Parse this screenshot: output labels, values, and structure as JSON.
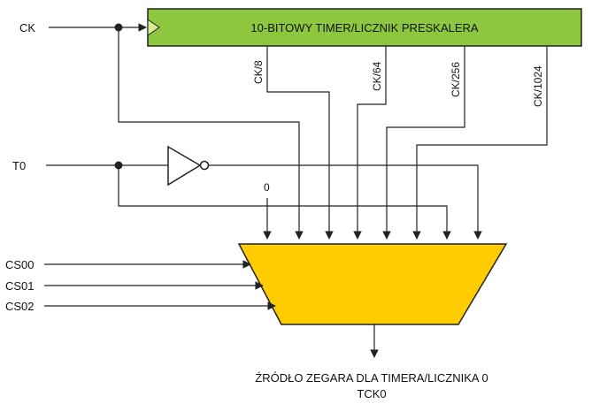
{
  "inputs": {
    "ck": "CK",
    "t0": "T0",
    "cs00": "CS00",
    "cs01": "CS01",
    "cs02": "CS02"
  },
  "prescaler": {
    "title": "10-BITOWY TIMER/LICZNIK PRESKALERA",
    "fill_color": "#8dc63f",
    "taps": [
      "CK/8",
      "CK/64",
      "CK/256",
      "CK/1024"
    ]
  },
  "mux": {
    "fill_color": "#ffcc00",
    "zero_label": "0"
  },
  "output": {
    "line1": "ŹRÓDŁO ZEGARA DLA TIMERA/LICZNIKA 0",
    "line2": "TCK0"
  }
}
